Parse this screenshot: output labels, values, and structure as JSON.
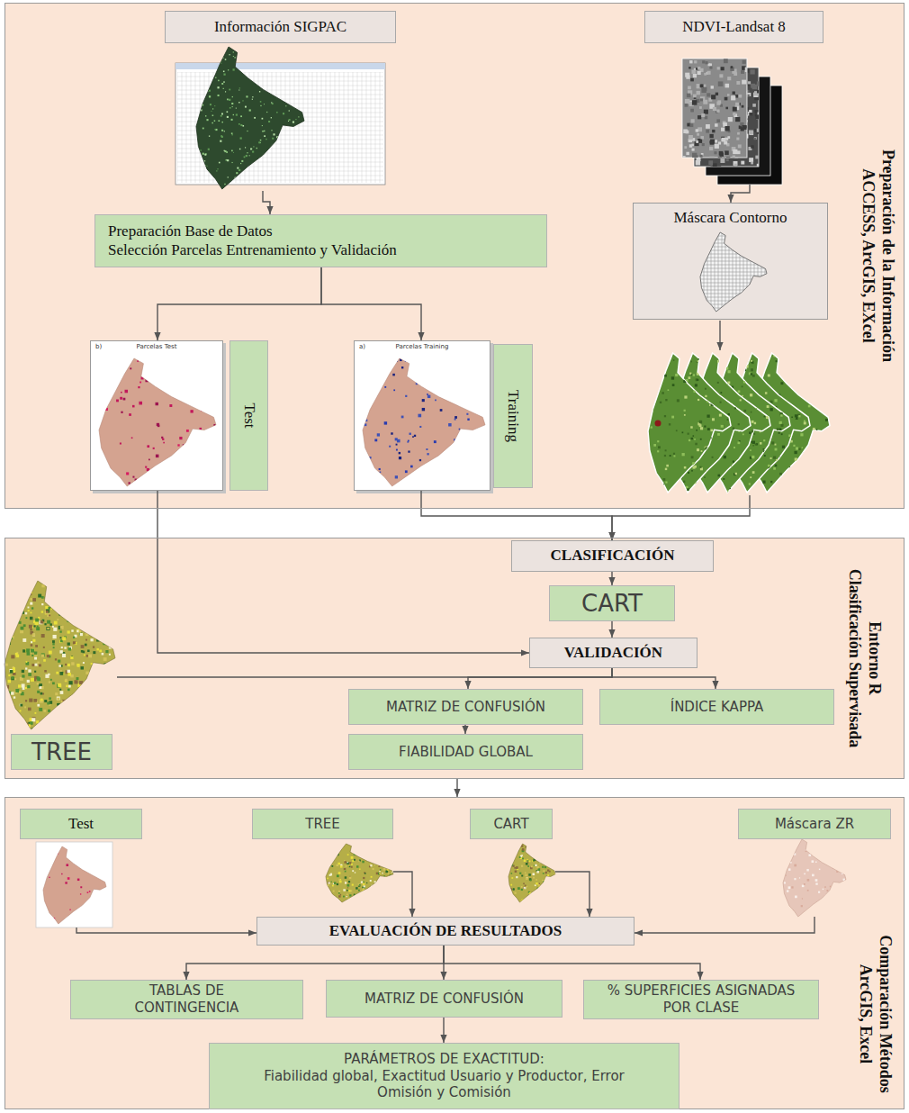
{
  "diagram": {
    "nodes": [
      {
        "text": [
          "Preparación de la Información",
          "ACCESS, ArcGIS, EXcel"
        ]
      },
      {
        "text": [
          "Información SIGPAC"
        ],
        "in": 0
      },
      {
        "text": [
          "NDVI-Landsat 8"
        ],
        "in": 0
      },
      {
        "text": [
          "Preparación Base de Datos",
          "Selección Parcelas Entrenamiento y Validación"
        ],
        "in": 0
      },
      {
        "text": [
          "Máscara Contorno"
        ],
        "in": 0
      },
      {
        "text": [
          "b)",
          "Parcelas Test"
        ],
        "in": 0
      },
      {
        "text": [
          "Test"
        ],
        "in": 0
      },
      {
        "text": [
          "a)",
          "Parcelas Training"
        ],
        "in": 0
      },
      {
        "text": [
          "Training"
        ],
        "in": 0
      },
      {
        "text": [
          "Entorno R",
          "Clasificación Supervisada"
        ]
      },
      {
        "text": [
          "CLASIFICACIÓN"
        ],
        "in": 9
      },
      {
        "text": [
          "CART"
        ],
        "in": 9
      },
      {
        "text": [
          "VALIDACIÓN"
        ],
        "in": 9
      },
      {
        "text": [
          "MATRIZ DE CONFUSIÓN"
        ],
        "in": 9
      },
      {
        "text": [
          "ÍNDICE KAPPA"
        ],
        "in": 9
      },
      {
        "text": [
          "FIABILIDAD GLOBAL"
        ],
        "in": 9
      },
      {
        "text": [
          "TREE"
        ],
        "in": 9
      },
      {
        "text": [
          "Comparación Métodos",
          "ArcGIS, Excel"
        ]
      },
      {
        "text": [
          "Test"
        ],
        "in": 17
      },
      {
        "text": [
          "TREE"
        ],
        "in": 17
      },
      {
        "text": [
          "CART"
        ],
        "in": 17
      },
      {
        "text": [
          "Máscara ZR"
        ],
        "in": 17
      },
      {
        "text": [
          "EVALUACIÓN DE RESULTADOS"
        ],
        "in": 17
      },
      {
        "text": [
          "TABLAS DE CONTINGENCIA"
        ],
        "in": 17
      },
      {
        "text": [
          "MATRIZ DE CONFUSIÓN"
        ],
        "in": 17
      },
      {
        "text": [
          "% SUPERFICIES ASIGNADAS POR CLASE"
        ],
        "in": 17
      },
      {
        "text": [
          "PARÁMETROS DE EXACTITUD:",
          "Fiabilidad global, Exactitud Usuario y Productor, Error Omisión y Comisión"
        ],
        "in": 17
      }
    ],
    "edges": [
      {
        "from": 1,
        "to": 3,
        "arrow": "to"
      },
      {
        "from": 2,
        "to": 4,
        "arrow": "to"
      },
      {
        "from": 3,
        "to": 5,
        "arrow": "to"
      },
      {
        "from": 3,
        "to": 7,
        "arrow": "to"
      },
      {
        "from": 5,
        "to": 12,
        "arrow": "to"
      },
      {
        "from": 7,
        "to": 10,
        "arrow": "to"
      },
      {
        "from": 4,
        "to": 10,
        "arrow": "to"
      },
      {
        "from": 10,
        "to": 11,
        "arrow": "to"
      },
      {
        "from": 11,
        "to": 12,
        "arrow": "to"
      },
      {
        "from": 12,
        "to": 13,
        "arrow": "to"
      },
      {
        "from": 12,
        "to": 14,
        "arrow": "to"
      },
      {
        "from": 12,
        "to": 16,
        "arrow": "none"
      },
      {
        "from": 13,
        "to": 15,
        "arrow": "to"
      },
      {
        "from": 9,
        "to": 17,
        "arrow": "to"
      },
      {
        "from": 18,
        "to": 22,
        "arrow": "to"
      },
      {
        "from": 19,
        "to": 22,
        "arrow": "to"
      },
      {
        "from": 20,
        "to": 22,
        "arrow": "to"
      },
      {
        "from": 21,
        "to": 22,
        "arrow": "to"
      },
      {
        "from": 22,
        "to": 23,
        "arrow": "to"
      },
      {
        "from": 22,
        "to": 24,
        "arrow": "to"
      },
      {
        "from": 22,
        "to": 25,
        "arrow": "to"
      },
      {
        "from": 24,
        "to": 26,
        "arrow": "to"
      }
    ]
  }
}
